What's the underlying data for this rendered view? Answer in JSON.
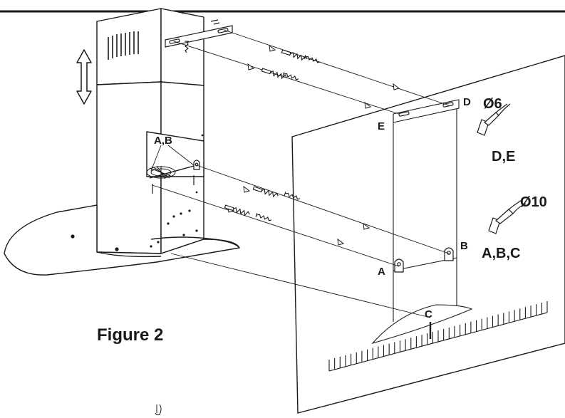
{
  "figure_label": "Figure 2",
  "points": {
    "a": "A",
    "b": "B",
    "c": "C",
    "d": "D",
    "e": "E",
    "ab": "A,B"
  },
  "drill": {
    "small_size": "Ø6",
    "small_points": "D,E",
    "large_size": "Ø10",
    "large_points": "A,B,C"
  },
  "colors": {
    "ink": "#1a1a1a",
    "background": "#ffffff"
  }
}
